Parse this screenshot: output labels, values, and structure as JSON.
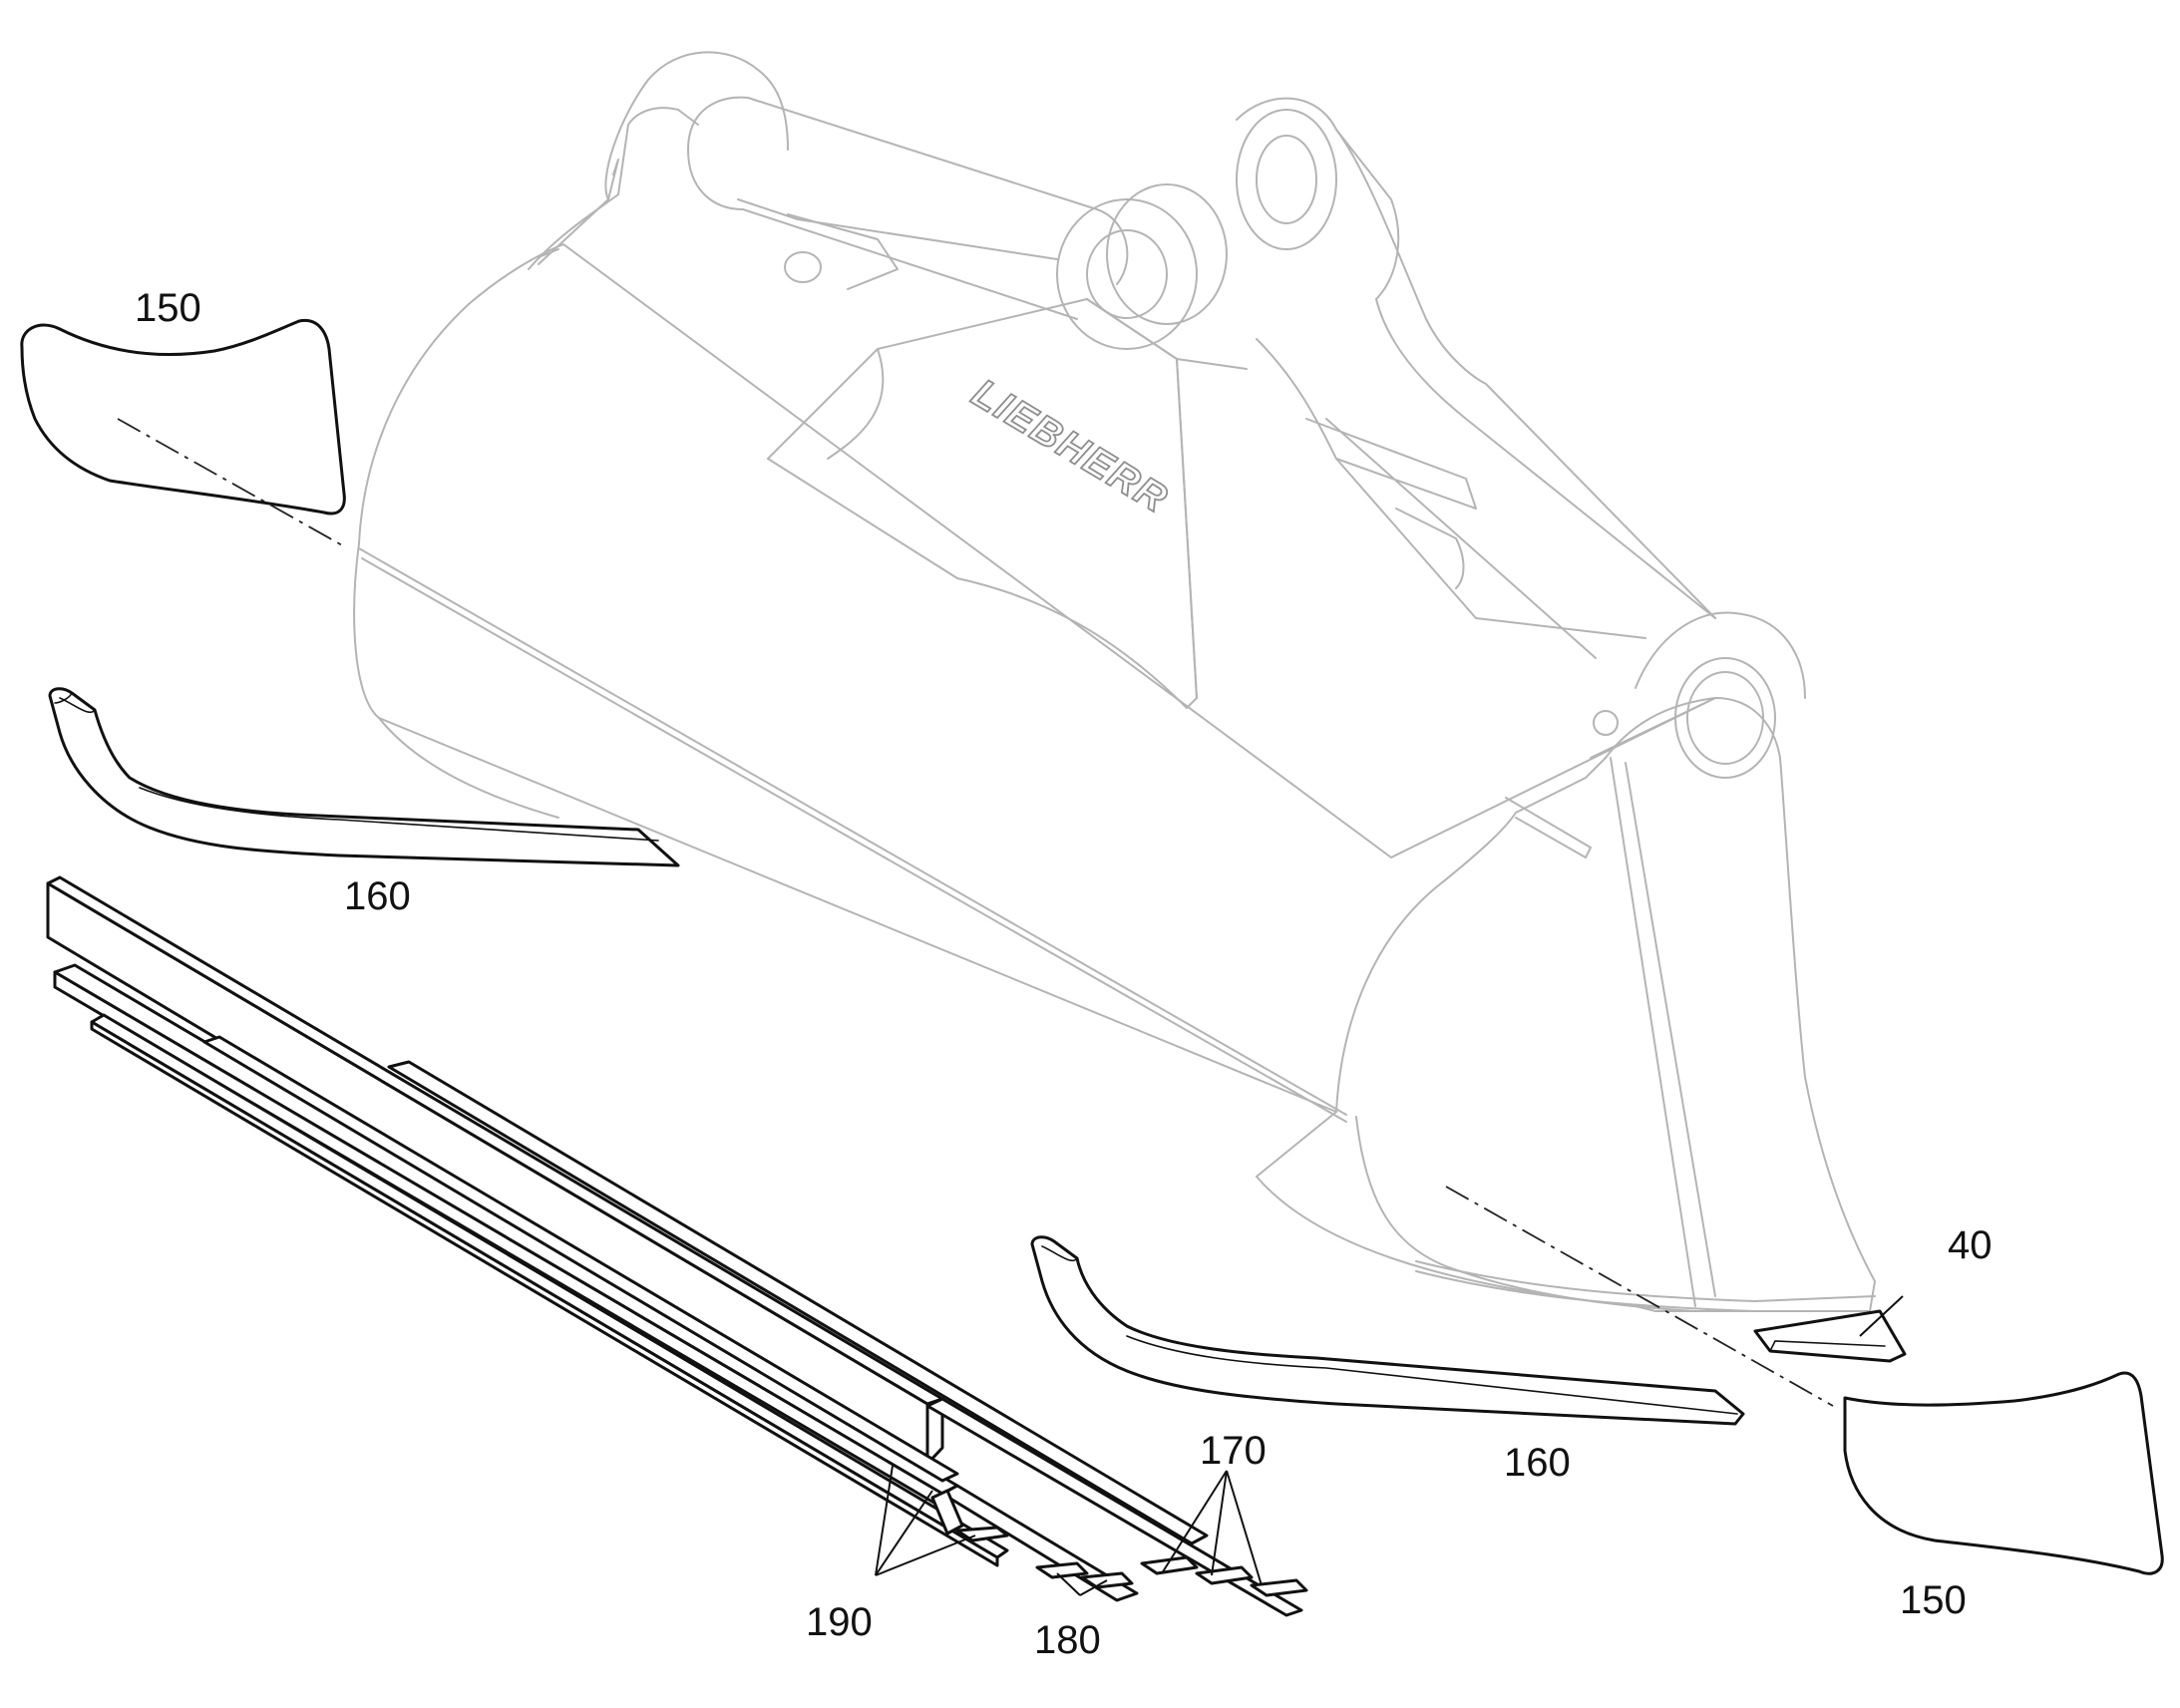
{
  "figure": {
    "brand_text": "LIEBHERR",
    "labels": {
      "side_plate_left": "150",
      "side_plate_right": "150",
      "side_blade_left": "160",
      "side_blade_right": "160",
      "cutting_edge": "40",
      "strips_170": "170",
      "strips_180": "180",
      "strips_190": "190"
    }
  },
  "colors": {
    "bucket_outline": "#b4b4b4",
    "part_outline": "#111111",
    "background": "#ffffff"
  }
}
